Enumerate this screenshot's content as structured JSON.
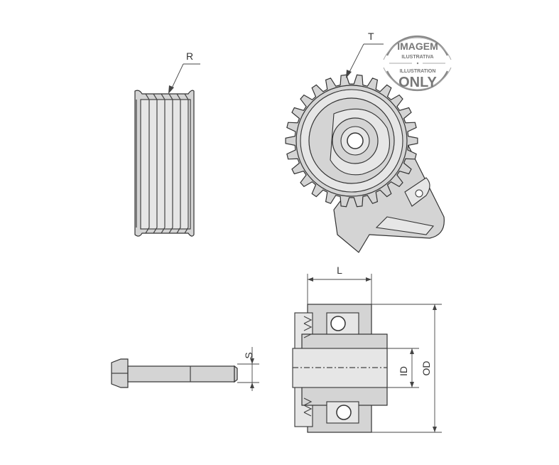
{
  "labels": {
    "R": "R",
    "T": "T",
    "L": "L",
    "S": "S",
    "ID": "ID",
    "OD": "OD"
  },
  "stamp": {
    "line1": "IMAGEM",
    "line2": "ILUSTRATIVA",
    "line3": "ILLUSTRATION",
    "line4": "ONLY"
  },
  "gear_teeth": 26
}
